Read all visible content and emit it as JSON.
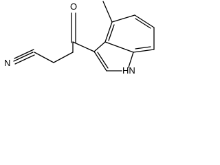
{
  "structure": {
    "atom_labels": {
      "nitrogen_nitrile": "N",
      "oxygen_carbonyl": "O",
      "nitrogen_indole": "HN"
    }
  }
}
